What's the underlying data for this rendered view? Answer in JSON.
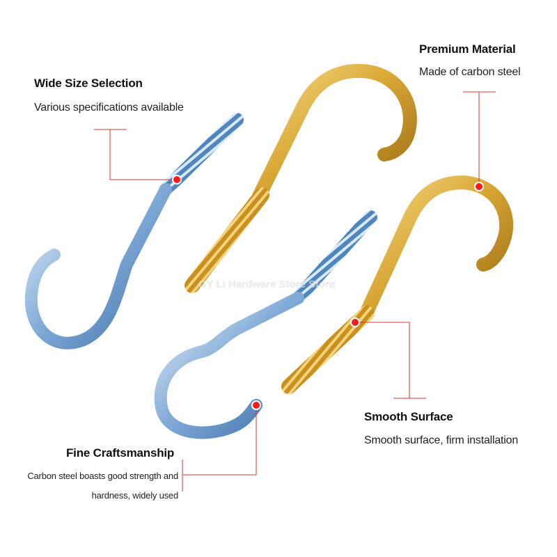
{
  "callouts": {
    "premium": {
      "title": "Premium Material",
      "desc": "Made of carbon steel"
    },
    "wide": {
      "title": "Wide Size Selection",
      "desc": "Various specifications available"
    },
    "smooth": {
      "title": "Smooth Surface",
      "desc": "Smooth surface, firm installation"
    },
    "fine": {
      "title": "Fine Craftsmanship",
      "desc_line1": "Carbon steel boasts good strength and",
      "desc_line2": "hardness, widely used"
    }
  },
  "watermark": "GY Li Hardware Store Store",
  "colors": {
    "leader_line": "#e0342c",
    "marker_dot": "#ff1a1a",
    "gold": "#d8a533",
    "silver_blue": "#5e8fc4"
  },
  "products": [
    {
      "name": "silver-hook-large",
      "finish": "blue zinc"
    },
    {
      "name": "gold-hook-large",
      "finish": "yellow zinc"
    },
    {
      "name": "silver-hook-small",
      "finish": "blue zinc"
    },
    {
      "name": "gold-hook-small",
      "finish": "yellow zinc"
    }
  ]
}
